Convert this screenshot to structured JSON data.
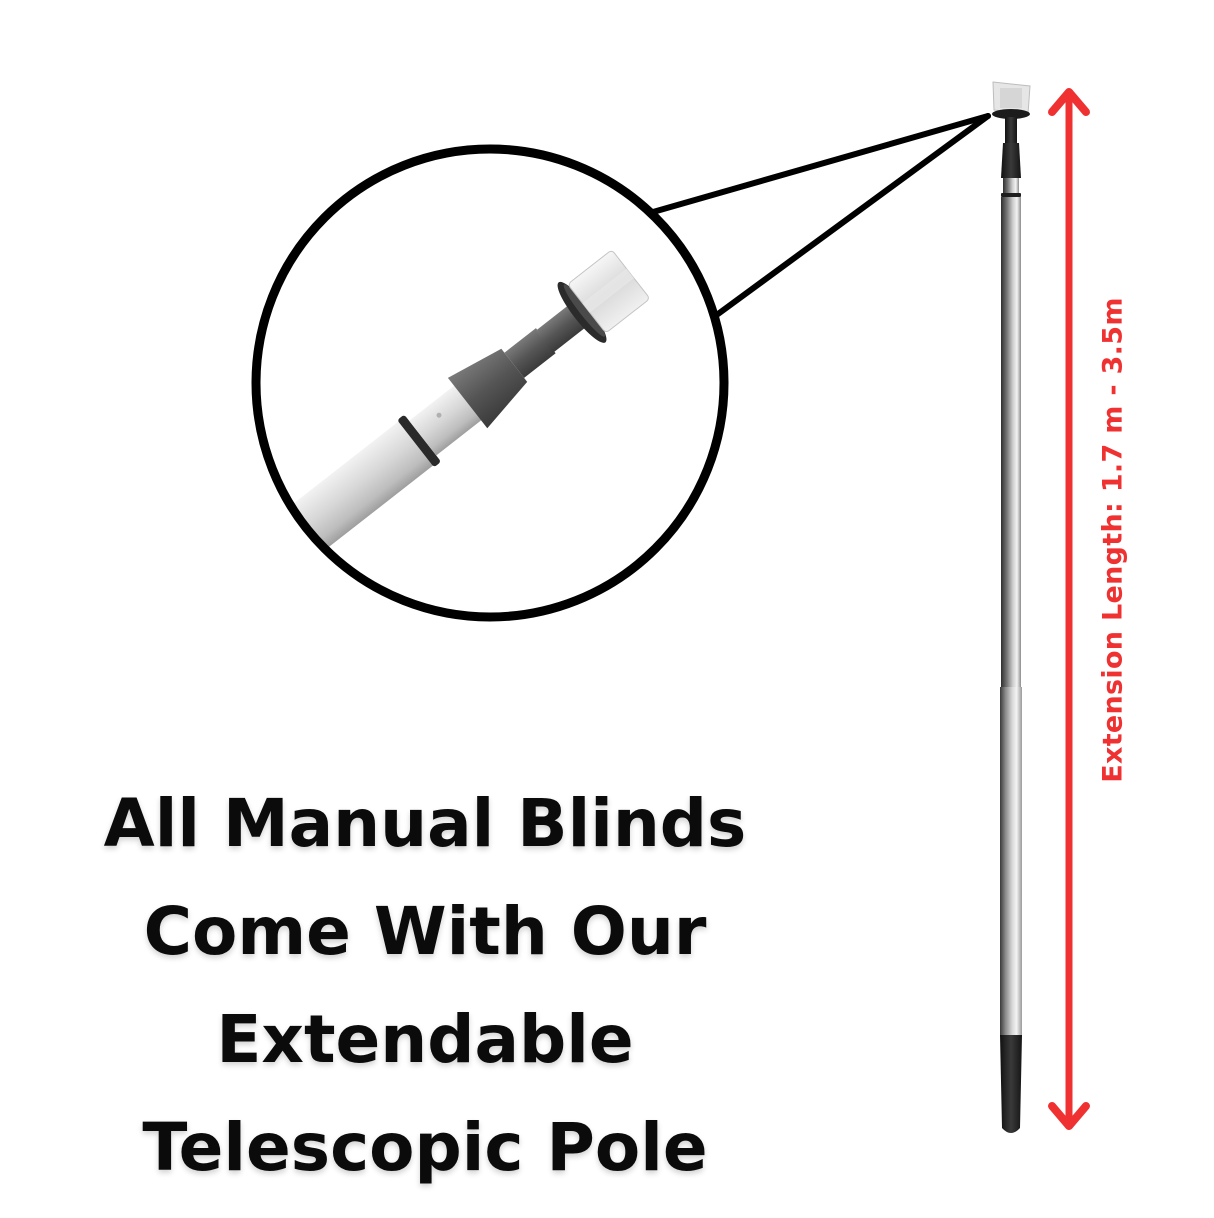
{
  "caption": {
    "lines": [
      "All Manual Blinds",
      "Come With Our",
      "Extendable",
      "Telescopic Pole"
    ]
  },
  "dimension": {
    "label": "Extension Length: 1.7 m - 3.5m",
    "color": "#f03131"
  },
  "callout": {
    "description": "Magnified view of pole hook attachment",
    "stroke_color": "#000000"
  },
  "colors": {
    "background": "#ffffff",
    "text": "#0b0b0b",
    "accent_red": "#f03131",
    "pole_silver": "#c9c9c9",
    "pole_dark": "#2a2a2a"
  }
}
